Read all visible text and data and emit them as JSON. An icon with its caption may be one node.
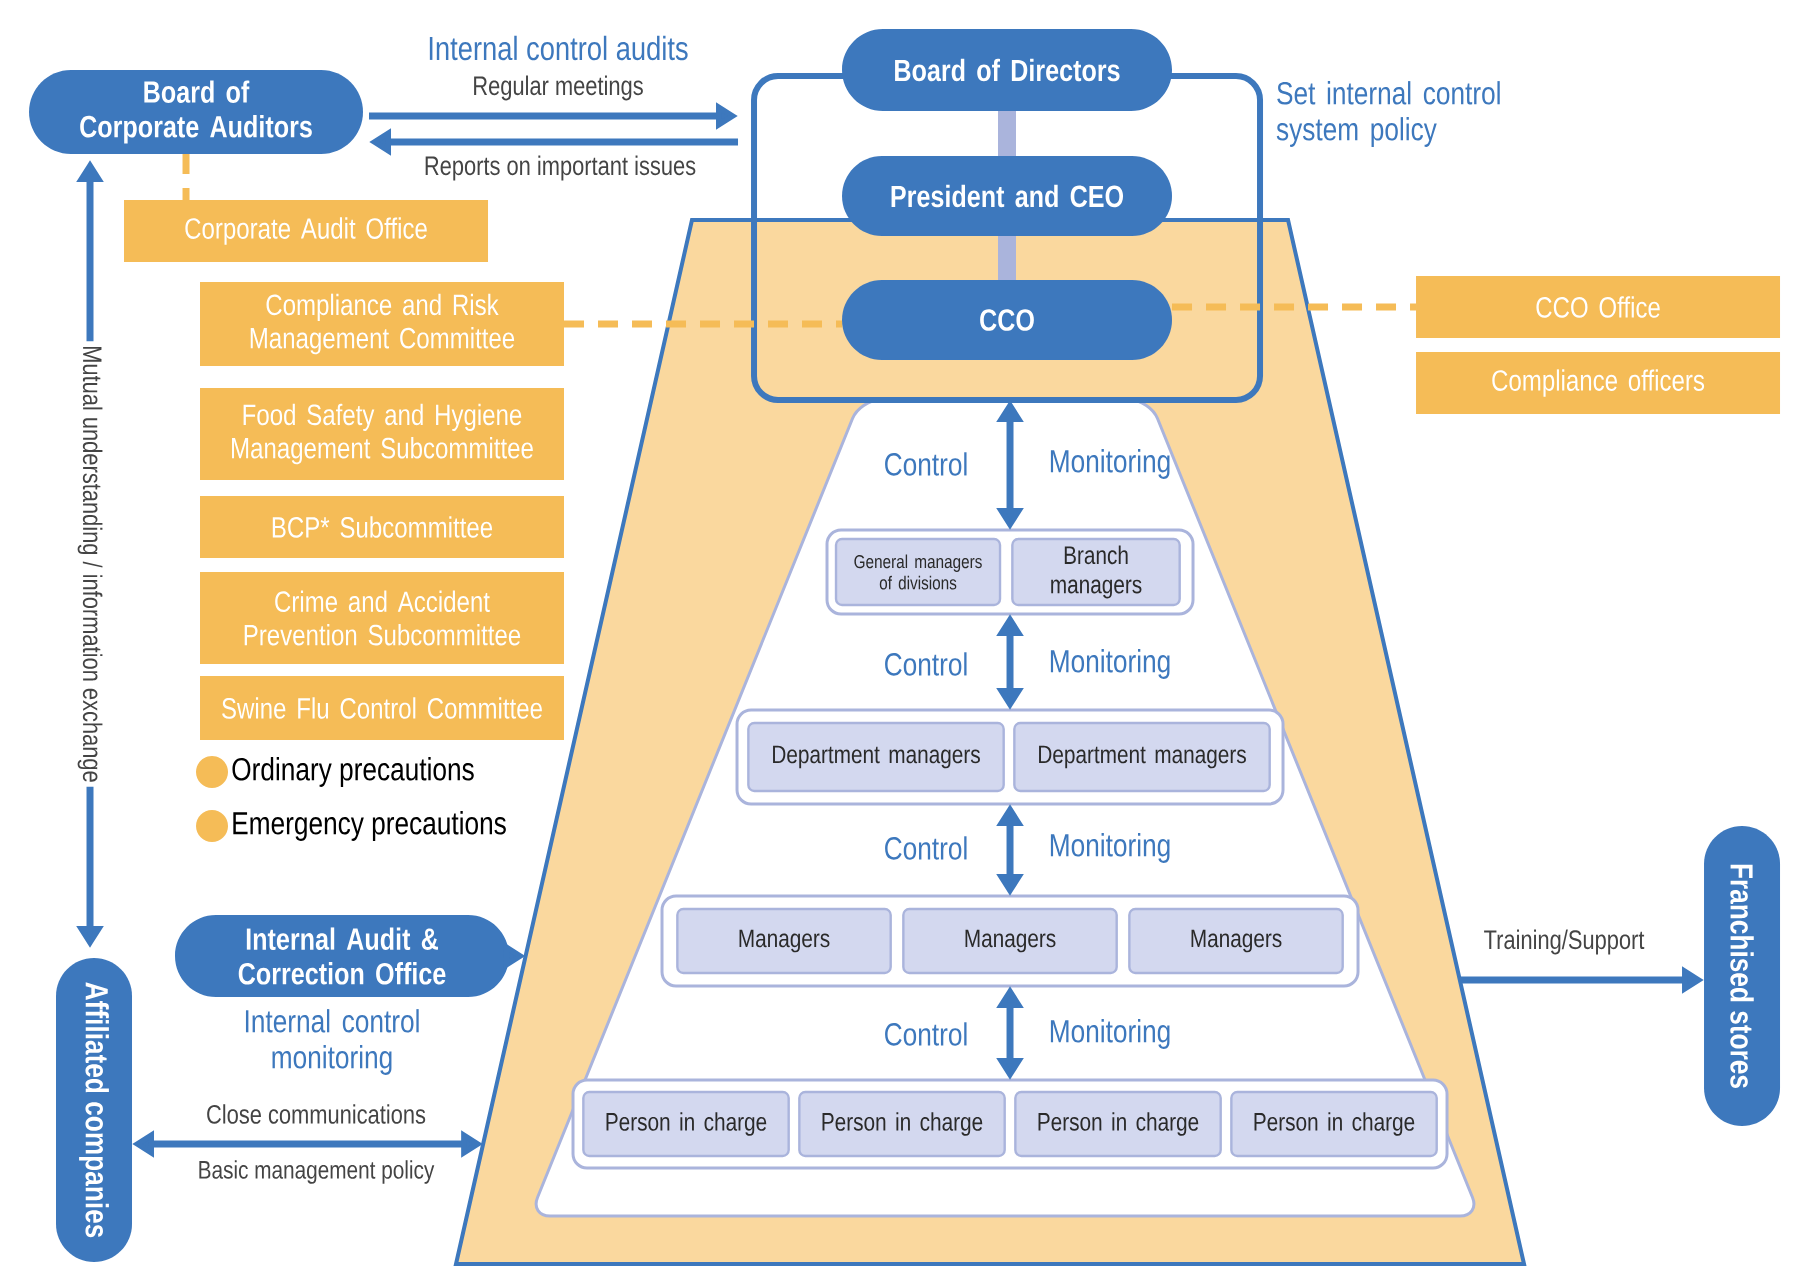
{
  "diagram": {
    "nodes": [
      {
        "text": [
          "Board of Corporate Auditors"
        ]
      },
      {
        "text": [
          "Corporate Audit Office"
        ]
      },
      {
        "text": [],
        "shape": "box"
      },
      {
        "text": [
          "Board of Directors"
        ]
      },
      {
        "text": [
          "President and CEO"
        ],
        "in": 2
      },
      {
        "text": [
          "CCO"
        ]
      },
      {
        "text": [
          "Compliance and Risk Management Committee"
        ]
      },
      {
        "text": [
          "Food Safety and Hygiene Management Subcommittee"
        ]
      },
      {
        "text": [
          "BCP* Subcommittee"
        ]
      },
      {
        "text": [
          "Crime and Accident Prevention Subcommittee"
        ]
      },
      {
        "text": [
          "Swine Flu Control Committee"
        ]
      },
      {
        "text": [
          "CCO Office"
        ]
      },
      {
        "text": [
          "Compliance officers"
        ]
      },
      {
        "text": [],
        "shape": "trapezoid"
      },
      {
        "text": [],
        "shape": "box",
        "in": 13
      },
      {
        "text": [
          "General managers of divisions"
        ],
        "in": 14
      },
      {
        "text": [
          "Branch managers"
        ],
        "in": 14
      },
      {
        "text": [],
        "shape": "box",
        "in": 13
      },
      {
        "text": [
          "Department managers"
        ],
        "in": 17
      },
      {
        "text": [
          "Department managers"
        ],
        "in": 17
      },
      {
        "text": [],
        "shape": "box",
        "in": 13
      },
      {
        "text": [
          "Managers"
        ],
        "in": 20
      },
      {
        "text": [
          "Managers"
        ],
        "in": 20
      },
      {
        "text": [
          "Managers"
        ],
        "in": 20
      },
      {
        "text": [],
        "shape": "box",
        "in": 13
      },
      {
        "text": [
          "Person in charge"
        ],
        "in": 24
      },
      {
        "text": [
          "Person in charge"
        ],
        "in": 24
      },
      {
        "text": [
          "Person in charge"
        ],
        "in": 24
      },
      {
        "text": [
          "Person in charge"
        ],
        "in": 24
      },
      {
        "text": [
          "Internal Audit & Correction Office"
        ],
        "beside": [
          "Internal control monitoring"
        ]
      },
      {
        "text": [
          "Affiliated companies"
        ]
      },
      {
        "text": [
          "Franchised stores"
        ]
      }
    ],
    "edges": [
      {
        "from": 0,
        "to": 2,
        "arrow": "to",
        "label": "Regular meetings"
      },
      {
        "from": 2,
        "to": 0,
        "arrow": "to",
        "label": "Reports on important issues"
      },
      {
        "from": 0,
        "to": 1,
        "arrow": "none",
        "style": "dashed",
        "color": "#f5bc57"
      },
      {
        "from": 3,
        "to": 4,
        "arrow": "none",
        "style": "thick",
        "color": "#aab4dc"
      },
      {
        "from": 4,
        "to": 5,
        "arrow": "none",
        "style": "thick",
        "color": "#aab4dc"
      },
      {
        "from": 6,
        "to": 5,
        "arrow": "none",
        "style": "dashed",
        "color": "#f5bc57"
      },
      {
        "from": 5,
        "to": 11,
        "arrow": "none",
        "style": "dashed",
        "color": "#f5bc57"
      },
      {
        "from": 0,
        "to": 30,
        "arrow": "both",
        "label": "Mutual understanding / information exchange"
      },
      {
        "from": 2,
        "to": 14,
        "arrow": "both"
      },
      {
        "from": 14,
        "to": 17,
        "arrow": "both"
      },
      {
        "from": 17,
        "to": 20,
        "arrow": "both"
      },
      {
        "from": 20,
        "to": 24,
        "arrow": "both"
      },
      {
        "from": 29,
        "to": 13,
        "arrow": "to"
      },
      {
        "from": 30,
        "to": 13,
        "arrow": "both",
        "label": "Close communications"
      },
      {
        "from": 13,
        "to": 31,
        "arrow": "to",
        "label": "Training/Support"
      }
    ],
    "labels": [
      "Internal control audits",
      "Set internal control system policy",
      "Control",
      "Monitoring",
      "Control",
      "Monitoring",
      "Control",
      "Monitoring",
      "Control",
      "Monitoring",
      "Basic management policy"
    ],
    "legend": [
      {
        "text": "Ordinary precautions",
        "color": "#f5bc57"
      },
      {
        "text": "Emergency precautions",
        "color": "#f5bc57"
      }
    ]
  }
}
